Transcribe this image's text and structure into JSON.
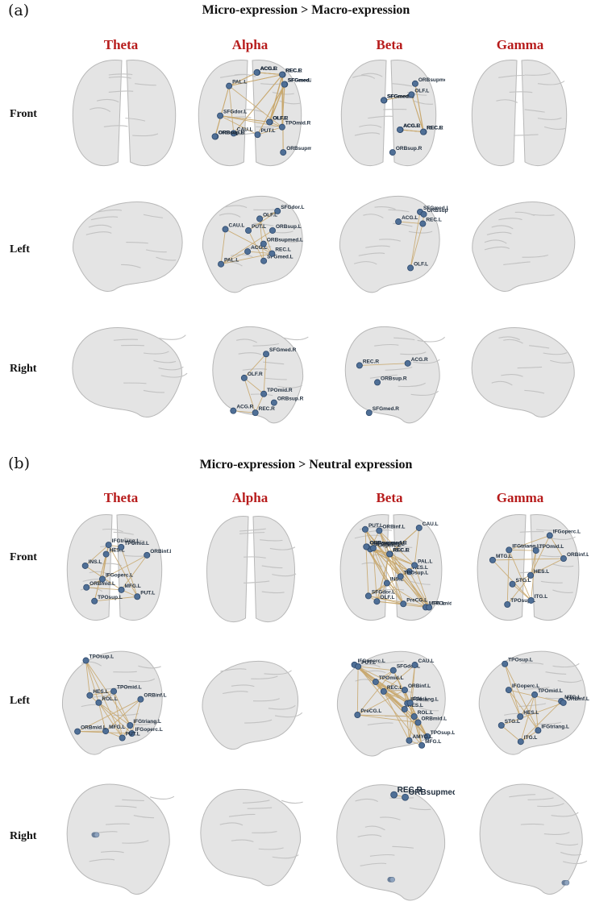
{
  "panel_a": {
    "tag": "(a)",
    "title": "Micro-expression > Macro-expression",
    "bands": [
      "Theta",
      "Alpha",
      "Beta",
      "Gamma"
    ],
    "views": [
      "Front",
      "Left",
      "Right"
    ]
  },
  "panel_b": {
    "tag": "(b)",
    "title": "Micro-expression > Neutral expression",
    "bands": [
      "Theta",
      "Alpha",
      "Beta",
      "Gamma"
    ],
    "views": [
      "Front",
      "Left",
      "Right"
    ]
  },
  "colors": {
    "band_label": "#b71c1c",
    "node": "#4f6f96",
    "edge": "#c8a86e",
    "brain": "#d9d9d9"
  },
  "brain_nodes": {
    "a_front_alpha": [
      "SFGdor.L",
      "SFGmed.R",
      "SFGmed.L",
      "ACG.R",
      "ACG.L",
      "CAU.L",
      "PUT.L",
      "PAL.L",
      "ORBsupmed.L",
      "OLF.R",
      "OLF.L",
      "ORBsup.R",
      "ORBsup.L",
      "REC.R",
      "REC.L",
      "TPOmid.R"
    ],
    "a_front_beta": [
      "SFGmed.R",
      "SFGmed.L",
      "ACG.R",
      "ACG.L",
      "ORBsupmed.L",
      "OLF.L",
      "ORBsup.R",
      "REC.R",
      "REC.L"
    ],
    "a_left_alpha": [
      "SFGdor.L",
      "SFGmed.L",
      "ACG.L",
      "CAU.L",
      "PUT.L",
      "PAL.L",
      "ORBsupmed.L",
      "ORBsup.L",
      "OLF.L",
      "REC.L"
    ],
    "a_left_beta": [
      "SFGmed.L",
      "ACG.L",
      "ORBsupmed.L",
      "OLF.L",
      "REC.L"
    ],
    "a_right_alpha": [
      "SFGmed.R",
      "ACG.R",
      "OLF.R",
      "ORBsup.R",
      "REC.R",
      "TPOmid.R"
    ],
    "a_right_beta": [
      "SFGmed.R",
      "ACG.R",
      "ORBsup.R",
      "REC.R"
    ],
    "b_front_theta": [
      "MFG.L",
      "IFGoperc.L",
      "IFGtriang.L",
      "HES.L",
      "PUT.L",
      "INS.L",
      "ORBinf.L",
      "ORBmid.L",
      "TPOsup.L",
      "TPOmid.L"
    ],
    "b_front_beta": [
      "PreCG.L",
      "SFGdor.L",
      "MFG.L",
      "IFGoperc.L",
      "IFGtriang.L",
      "HES.L",
      "CAU.L",
      "PAL.L",
      "PUT.L",
      "INS.L",
      "ORBsupmed.R",
      "ORBsupmed.L",
      "ORBinf.L",
      "OLF.L",
      "REC.R",
      "REC.L",
      "TPOsup.L",
      "TPOmid.L"
    ],
    "b_front_gamma": [
      "IFGoperc.L",
      "IFGtriang.L",
      "HES.L",
      "STG.L",
      "MTG.L",
      "ORBinf.L",
      "TPOsup.L",
      "ITG.L",
      "TPOmid.L"
    ],
    "b_left_theta": [
      "MFG.L",
      "IFGoperc.L",
      "IFGtriang.L",
      "ROL.L",
      "HES.L",
      "PUT.L",
      "ORBmid.L",
      "ORBinf.L",
      "TPOsup.L",
      "TPOmid.L"
    ],
    "b_left_beta": [
      "PreCG.L",
      "SFGdor.L",
      "MFG.L",
      "IFGoperc.L",
      "IFGtriang.L",
      "ROL.L",
      "HES.L",
      "CAU.L",
      "PUT.L",
      "PAL.L",
      "ORBmid.L",
      "ORBinf.L",
      "REC.L",
      "TPOsup.L",
      "AMYG.L",
      "TPOmid.L"
    ],
    "b_left_gamma": [
      "IFGoperc.L",
      "IFGtriang.L",
      "HES.L",
      "STG.L",
      "MTG.L",
      "ORBinf.L",
      "TPOsup.L",
      "ITG.L",
      "TPOmid.L"
    ],
    "b_right_beta": [
      "ORBsupmed.R",
      "REC.R"
    ]
  }
}
